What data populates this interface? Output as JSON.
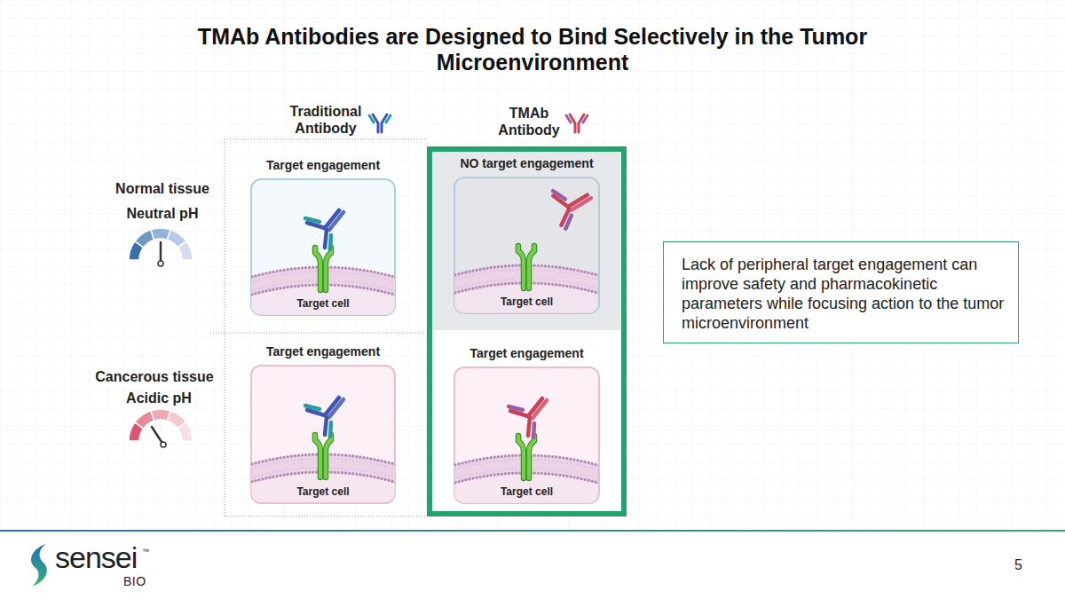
{
  "diagram": {
    "title": "TMAb Antibodies are Designed to Bind Selectively in the Tumor Microenvironment",
    "nodes": [
      {
        "text": [
          "Target engagement",
          "Target cell"
        ]
      },
      {
        "text": [
          "TMAb Antibody"
        ]
      },
      {
        "text": [
          "NO target engagement",
          "Target cell"
        ],
        "in": 1
      },
      {
        "text": [
          "Target engagement",
          "Target cell"
        ]
      },
      {
        "text": [
          "Target engagement",
          "Target cell"
        ],
        "in": 1
      },
      {
        "text": [
          "Lack of peripheral target engagement can improve safety and pharmacokinetic parameters while focusing action to the tumor microenvironment"
        ]
      }
    ],
    "labels": [
      "Traditional Antibody",
      "Normal tissue",
      "Neutral pH",
      "Cancerous tissue",
      "Acidic pH",
      "sensei",
      "™",
      "BIO",
      "5"
    ]
  }
}
